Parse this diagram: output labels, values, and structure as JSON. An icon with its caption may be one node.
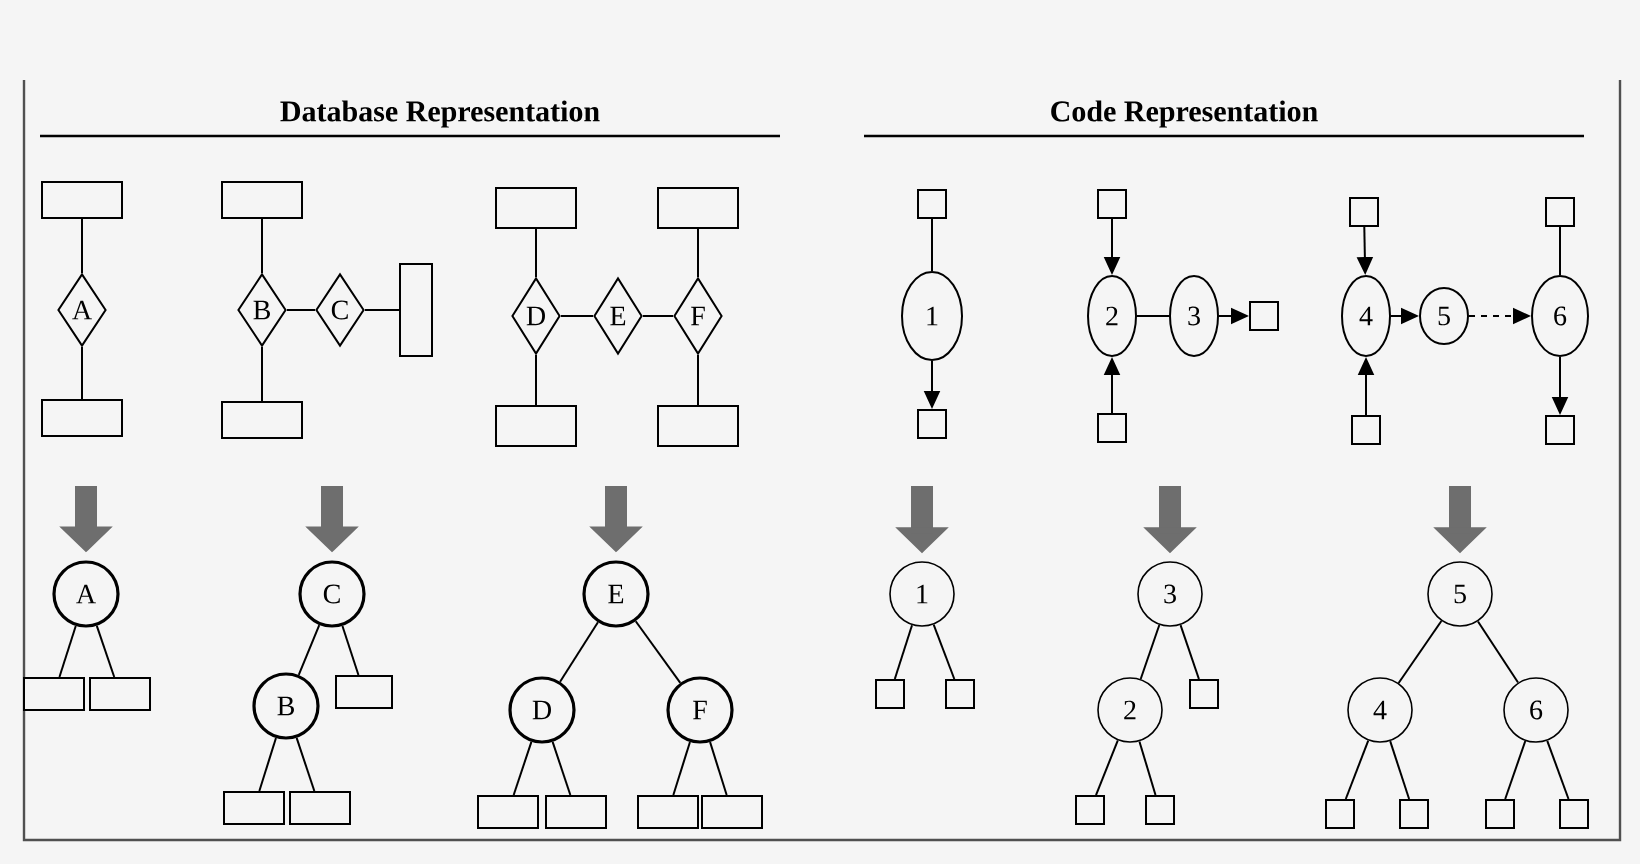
{
  "diagram": {
    "nodes": [
      {
        "text": [],
        "shape": "box"
      },
      {
        "text": [
          "A"
        ]
      },
      {
        "text": [],
        "shape": "box"
      },
      {
        "text": [],
        "shape": "box"
      },
      {
        "text": [
          "B"
        ]
      },
      {
        "text": [
          "C"
        ]
      },
      {
        "text": [],
        "shape": "box"
      },
      {
        "text": [],
        "shape": "box"
      },
      {
        "text": [],
        "shape": "box"
      },
      {
        "text": [],
        "shape": "box"
      },
      {
        "text": [
          "D"
        ]
      },
      {
        "text": [
          "E"
        ]
      },
      {
        "text": [
          "F"
        ]
      },
      {
        "text": [],
        "shape": "box"
      },
      {
        "text": [],
        "shape": "box"
      },
      {
        "text": [],
        "shape": "box"
      },
      {
        "text": [
          "1"
        ]
      },
      {
        "text": [],
        "shape": "box"
      },
      {
        "text": [],
        "shape": "box"
      },
      {
        "text": [
          "2"
        ]
      },
      {
        "text": [
          "3"
        ]
      },
      {
        "text": [],
        "shape": "box"
      },
      {
        "text": [],
        "shape": "box"
      },
      {
        "text": [],
        "shape": "box"
      },
      {
        "text": [],
        "shape": "box"
      },
      {
        "text": [
          "4"
        ]
      },
      {
        "text": [
          "5"
        ]
      },
      {
        "text": [
          "6"
        ]
      },
      {
        "text": [],
        "shape": "box"
      },
      {
        "text": [],
        "shape": "box"
      },
      {
        "text": [
          "A"
        ]
      },
      {
        "text": [],
        "shape": "box"
      },
      {
        "text": [],
        "shape": "box"
      },
      {
        "text": [
          "C"
        ]
      },
      {
        "text": [
          "B"
        ]
      },
      {
        "text": [],
        "shape": "box"
      },
      {
        "text": [],
        "shape": "box"
      },
      {
        "text": [],
        "shape": "box"
      },
      {
        "text": [
          "E"
        ]
      },
      {
        "text": [
          "D"
        ]
      },
      {
        "text": [
          "F"
        ]
      },
      {
        "text": [],
        "shape": "box"
      },
      {
        "text": [],
        "shape": "box"
      },
      {
        "text": [],
        "shape": "box"
      },
      {
        "text": [],
        "shape": "box"
      },
      {
        "text": [
          "1"
        ]
      },
      {
        "text": [],
        "shape": "box"
      },
      {
        "text": [],
        "shape": "box"
      },
      {
        "text": [
          "3"
        ]
      },
      {
        "text": [
          "2"
        ]
      },
      {
        "text": [],
        "shape": "box"
      },
      {
        "text": [],
        "shape": "box"
      },
      {
        "text": [],
        "shape": "box"
      },
      {
        "text": [
          "5"
        ]
      },
      {
        "text": [
          "4"
        ]
      },
      {
        "text": [
          "6"
        ]
      },
      {
        "text": [],
        "shape": "box"
      },
      {
        "text": [],
        "shape": "box"
      },
      {
        "text": [],
        "shape": "box"
      },
      {
        "text": [],
        "shape": "box"
      }
    ],
    "edges": [
      {
        "from": 0,
        "to": 1,
        "arrow": "none"
      },
      {
        "from": 1,
        "to": 2,
        "arrow": "none"
      },
      {
        "from": 3,
        "to": 4,
        "arrow": "none"
      },
      {
        "from": 4,
        "to": 5,
        "arrow": "none"
      },
      {
        "from": 5,
        "to": 6,
        "arrow": "none"
      },
      {
        "from": 4,
        "to": 7,
        "arrow": "none"
      },
      {
        "from": 8,
        "to": 10,
        "arrow": "none"
      },
      {
        "from": 10,
        "to": 11,
        "arrow": "none"
      },
      {
        "from": 11,
        "to": 12,
        "arrow": "none"
      },
      {
        "from": 9,
        "to": 12,
        "arrow": "none"
      },
      {
        "from": 10,
        "to": 13,
        "arrow": "none"
      },
      {
        "from": 12,
        "to": 14,
        "arrow": "none"
      },
      {
        "from": 15,
        "to": 16,
        "arrow": "none"
      },
      {
        "from": 16,
        "to": 17,
        "arrow": "to"
      },
      {
        "from": 18,
        "to": 19,
        "arrow": "to"
      },
      {
        "from": 19,
        "to": 20,
        "arrow": "none"
      },
      {
        "from": 20,
        "to": 21,
        "arrow": "to"
      },
      {
        "from": 22,
        "to": 19,
        "arrow": "to"
      },
      {
        "from": 23,
        "to": 25,
        "arrow": "to"
      },
      {
        "from": 25,
        "to": 26,
        "arrow": "to"
      },
      {
        "from": 26,
        "to": 27,
        "arrow": "to",
        "style": "dashed"
      },
      {
        "from": 24,
        "to": 27,
        "arrow": "none"
      },
      {
        "from": 27,
        "to": 29,
        "arrow": "to"
      },
      {
        "from": 28,
        "to": 25,
        "arrow": "to"
      },
      {
        "from": 30,
        "to": 31,
        "arrow": "none"
      },
      {
        "from": 30,
        "to": 32,
        "arrow": "none"
      },
      {
        "from": 33,
        "to": 34,
        "arrow": "none"
      },
      {
        "from": 33,
        "to": 35,
        "arrow": "none"
      },
      {
        "from": 34,
        "to": 36,
        "arrow": "none"
      },
      {
        "from": 34,
        "to": 37,
        "arrow": "none"
      },
      {
        "from": 38,
        "to": 39,
        "arrow": "none"
      },
      {
        "from": 38,
        "to": 40,
        "arrow": "none"
      },
      {
        "from": 39,
        "to": 41,
        "arrow": "none"
      },
      {
        "from": 39,
        "to": 42,
        "arrow": "none"
      },
      {
        "from": 40,
        "to": 43,
        "arrow": "none"
      },
      {
        "from": 40,
        "to": 44,
        "arrow": "none"
      },
      {
        "from": 45,
        "to": 46,
        "arrow": "none"
      },
      {
        "from": 45,
        "to": 47,
        "arrow": "none"
      },
      {
        "from": 48,
        "to": 49,
        "arrow": "none"
      },
      {
        "from": 48,
        "to": 50,
        "arrow": "none"
      },
      {
        "from": 49,
        "to": 51,
        "arrow": "none"
      },
      {
        "from": 49,
        "to": 52,
        "arrow": "none"
      },
      {
        "from": 53,
        "to": 54,
        "arrow": "none"
      },
      {
        "from": 53,
        "to": 55,
        "arrow": "none"
      },
      {
        "from": 54,
        "to": 56,
        "arrow": "none"
      },
      {
        "from": 54,
        "to": 57,
        "arrow": "none"
      },
      {
        "from": 55,
        "to": 58,
        "arrow": "none"
      },
      {
        "from": 55,
        "to": 59,
        "arrow": "none"
      },
      {
        "from": null,
        "to": 30,
        "arrow": "to",
        "style": "thick",
        "color": "#6e6e6e"
      },
      {
        "from": null,
        "to": 33,
        "arrow": "to",
        "style": "thick",
        "color": "#6e6e6e"
      },
      {
        "from": null,
        "to": 38,
        "arrow": "to",
        "style": "thick",
        "color": "#6e6e6e"
      },
      {
        "from": null,
        "to": 45,
        "arrow": "to",
        "style": "thick",
        "color": "#6e6e6e"
      },
      {
        "from": null,
        "to": 48,
        "arrow": "to",
        "style": "thick",
        "color": "#6e6e6e"
      },
      {
        "from": null,
        "to": 53,
        "arrow": "to",
        "style": "thick",
        "color": "#6e6e6e"
      }
    ],
    "labels": [
      "Database Representation",
      "Code Representation"
    ]
  }
}
